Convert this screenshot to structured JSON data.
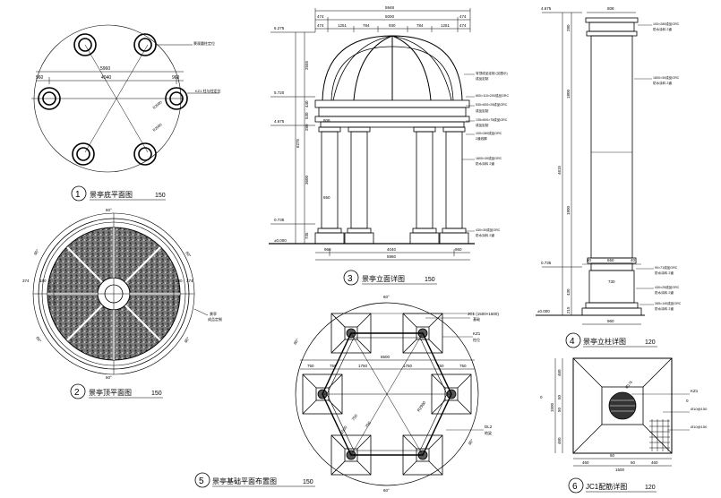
{
  "panel1": {
    "num": "1",
    "title": "景亭底平面图",
    "scale": "150",
    "dim_total": "5960",
    "dim_left": "960",
    "dim_mid": "4040",
    "dim_right": "960",
    "radius1": "R2980",
    "radius2": "R2980",
    "label_col": "景观圆柱定位",
    "label_kz": "KZ1 柱与柱定位"
  },
  "panel2": {
    "num": "2",
    "title": "景亭顶平面图",
    "scale": "150",
    "angle_top": "60°",
    "angle_bottom": "60°",
    "angle_ul": "60°",
    "angle_ur": "60°",
    "angle_ll": "60°",
    "angle_lr": "60°",
    "dim_left": "374",
    "dim_right": "374",
    "dim_left2": "180",
    "dim_right2": "180",
    "note": "景亭",
    "note2": "成品定制"
  },
  "panel3": {
    "num": "3",
    "title": "景亭立面详图",
    "scale": "150",
    "dim_total": "5948",
    "dim_a": "474",
    "dim_b": "5000",
    "dim_c": "474",
    "dims_row2": [
      "474",
      "1251",
      "784",
      "930",
      "784",
      "1251",
      "474"
    ],
    "levels": [
      "6.275",
      "5.720",
      "4.675",
      "0.735",
      "±0.000"
    ],
    "vdims": [
      "2555",
      "440",
      "530",
      "280",
      "3600",
      "735"
    ],
    "vdim_all": "6275",
    "bottom_dims": [
      "960",
      "4040",
      "960"
    ],
    "bottom_total": "5960",
    "inner_dim1": "808",
    "inner_dim2": "650",
    "notes": [
      "穹顶成品定制 (见图示)",
      "成品定制",
      "600×110×200成品GRC",
      "530×600×25成品GRC",
      "成品定制",
      "135×600×75成品GRC",
      "成品定制",
      "100×280成品GRC",
      "2道线脚",
      "1800×30成品GRC",
      "防水涂料 2道",
      "430×30成品GRC",
      "防水涂料 2道"
    ]
  },
  "panel4": {
    "num": "4",
    "title": "景亭立柱详图",
    "scale": "120",
    "level_top": "4.675",
    "level_mid": "0.735",
    "level_base": "±0.000",
    "dim_top": "808",
    "dims_bot": [
      "40",
      "650",
      "40"
    ],
    "dim_730": "730",
    "dim_960": "960",
    "vdims": [
      "280",
      "1800",
      "1800",
      "4615",
      "430",
      "215"
    ],
    "notes": [
      "100×280成品GRC",
      "防水涂料 2道",
      "1800×30成品GRC",
      "防水涂料 2道",
      "90×71成品GRC",
      "防水涂料 2道",
      "430×25成品GRC",
      "防水涂料 2道",
      "265×140成品GRC",
      "防水涂料 2道"
    ]
  },
  "panel5": {
    "num": "5",
    "title": "景亭基础平面布置图",
    "scale": "150",
    "jc_label": "JC1 (1500×1500)",
    "jc_note": "基础",
    "kz_label": "KZ1",
    "kz_note": "柱位",
    "dl_label": "DL2",
    "dl_note": "地梁",
    "dim_total": "6500",
    "dims_row": [
      "750",
      "750",
      "1750",
      "1750",
      "750",
      "750"
    ],
    "angle_top": "60°",
    "angle_bottom": "60°",
    "angle_l": "60°",
    "angle_r": "60°",
    "radius": "R2980",
    "dims_diag": [
      "750",
      "750",
      "1500"
    ]
  },
  "panel6": {
    "num": "6",
    "title": "JC1配筋详图",
    "scale": "120",
    "dims_left": [
      "460",
      "50",
      "50",
      "460"
    ],
    "dim_left_total": "1500",
    "dims_bot": [
      "460",
      "50",
      "50",
      "460"
    ],
    "dim_bot_total": "1500",
    "kz": "KZ1",
    "circle_label": "Ø175",
    "bar1": "Ø10@150",
    "bar2": "Ø10@150",
    "zero1": "0",
    "zero2": "0"
  }
}
